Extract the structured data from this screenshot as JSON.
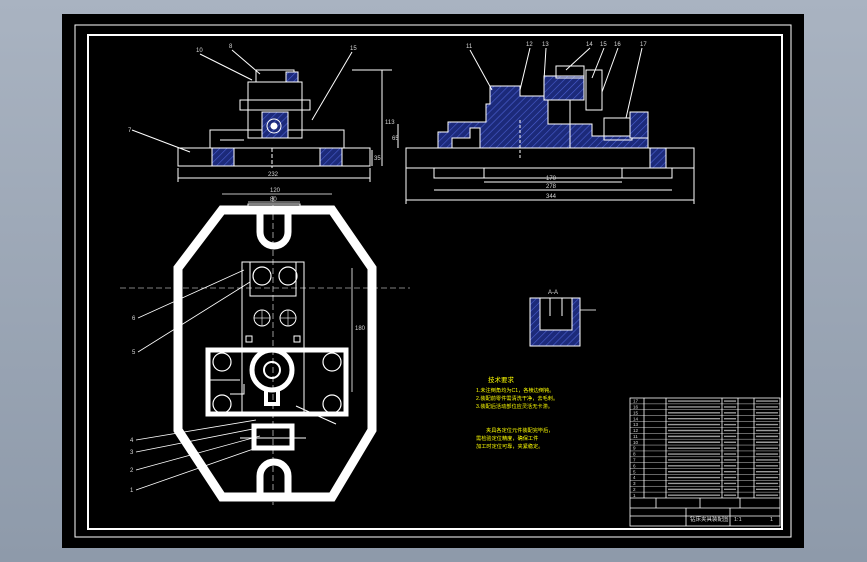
{
  "colors": {
    "background_gradient_top": "#a9b3c1",
    "background_gradient_bottom": "#8e9aaa",
    "canvas": "#000000",
    "line_white": "#ffffff",
    "hatch_blue": "#1c2a7a",
    "note_yellow": "#ffff00",
    "dimension_text": "#d8d8d8"
  },
  "front_view": {
    "width_dim": "232",
    "height_dim": "113",
    "side_dim": "35",
    "callouts": [
      "10",
      "8",
      "15",
      "7"
    ]
  },
  "side_view": {
    "top_callouts": [
      "11",
      "12",
      "13",
      "14",
      "15",
      "16",
      "17"
    ],
    "left_dim": "65",
    "dims": [
      "170",
      "278",
      "344"
    ]
  },
  "plan_view": {
    "top_dims": [
      "120",
      "80"
    ],
    "right_dim": "180",
    "left_callouts": [
      "6",
      "5",
      "4",
      "3",
      "2",
      "1"
    ]
  },
  "detail_view": {
    "label": "A-A"
  },
  "tech_notes": {
    "title": "技术要求",
    "line1": "1.未注倒角均为C1，各棱边倒钝。",
    "line2": "2.装配前零件需清洗干净，去毛刺。",
    "line3": "3.装配后活动部位应灵活无卡滞。",
    "para1": "夹具各定位元件装配完毕后，",
    "para2": "需检验定位精度，确保工件",
    "para3": "加工时定位可靠，夹紧稳定。"
  },
  "title_block": {
    "drawing_name": "钻床夹具装配图",
    "sheet": "1",
    "scale": "1:1",
    "item_numbers": [
      "17",
      "16",
      "15",
      "14",
      "13",
      "12",
      "11",
      "10",
      "9",
      "8",
      "7",
      "6",
      "5",
      "4",
      "3",
      "2",
      "1"
    ]
  }
}
